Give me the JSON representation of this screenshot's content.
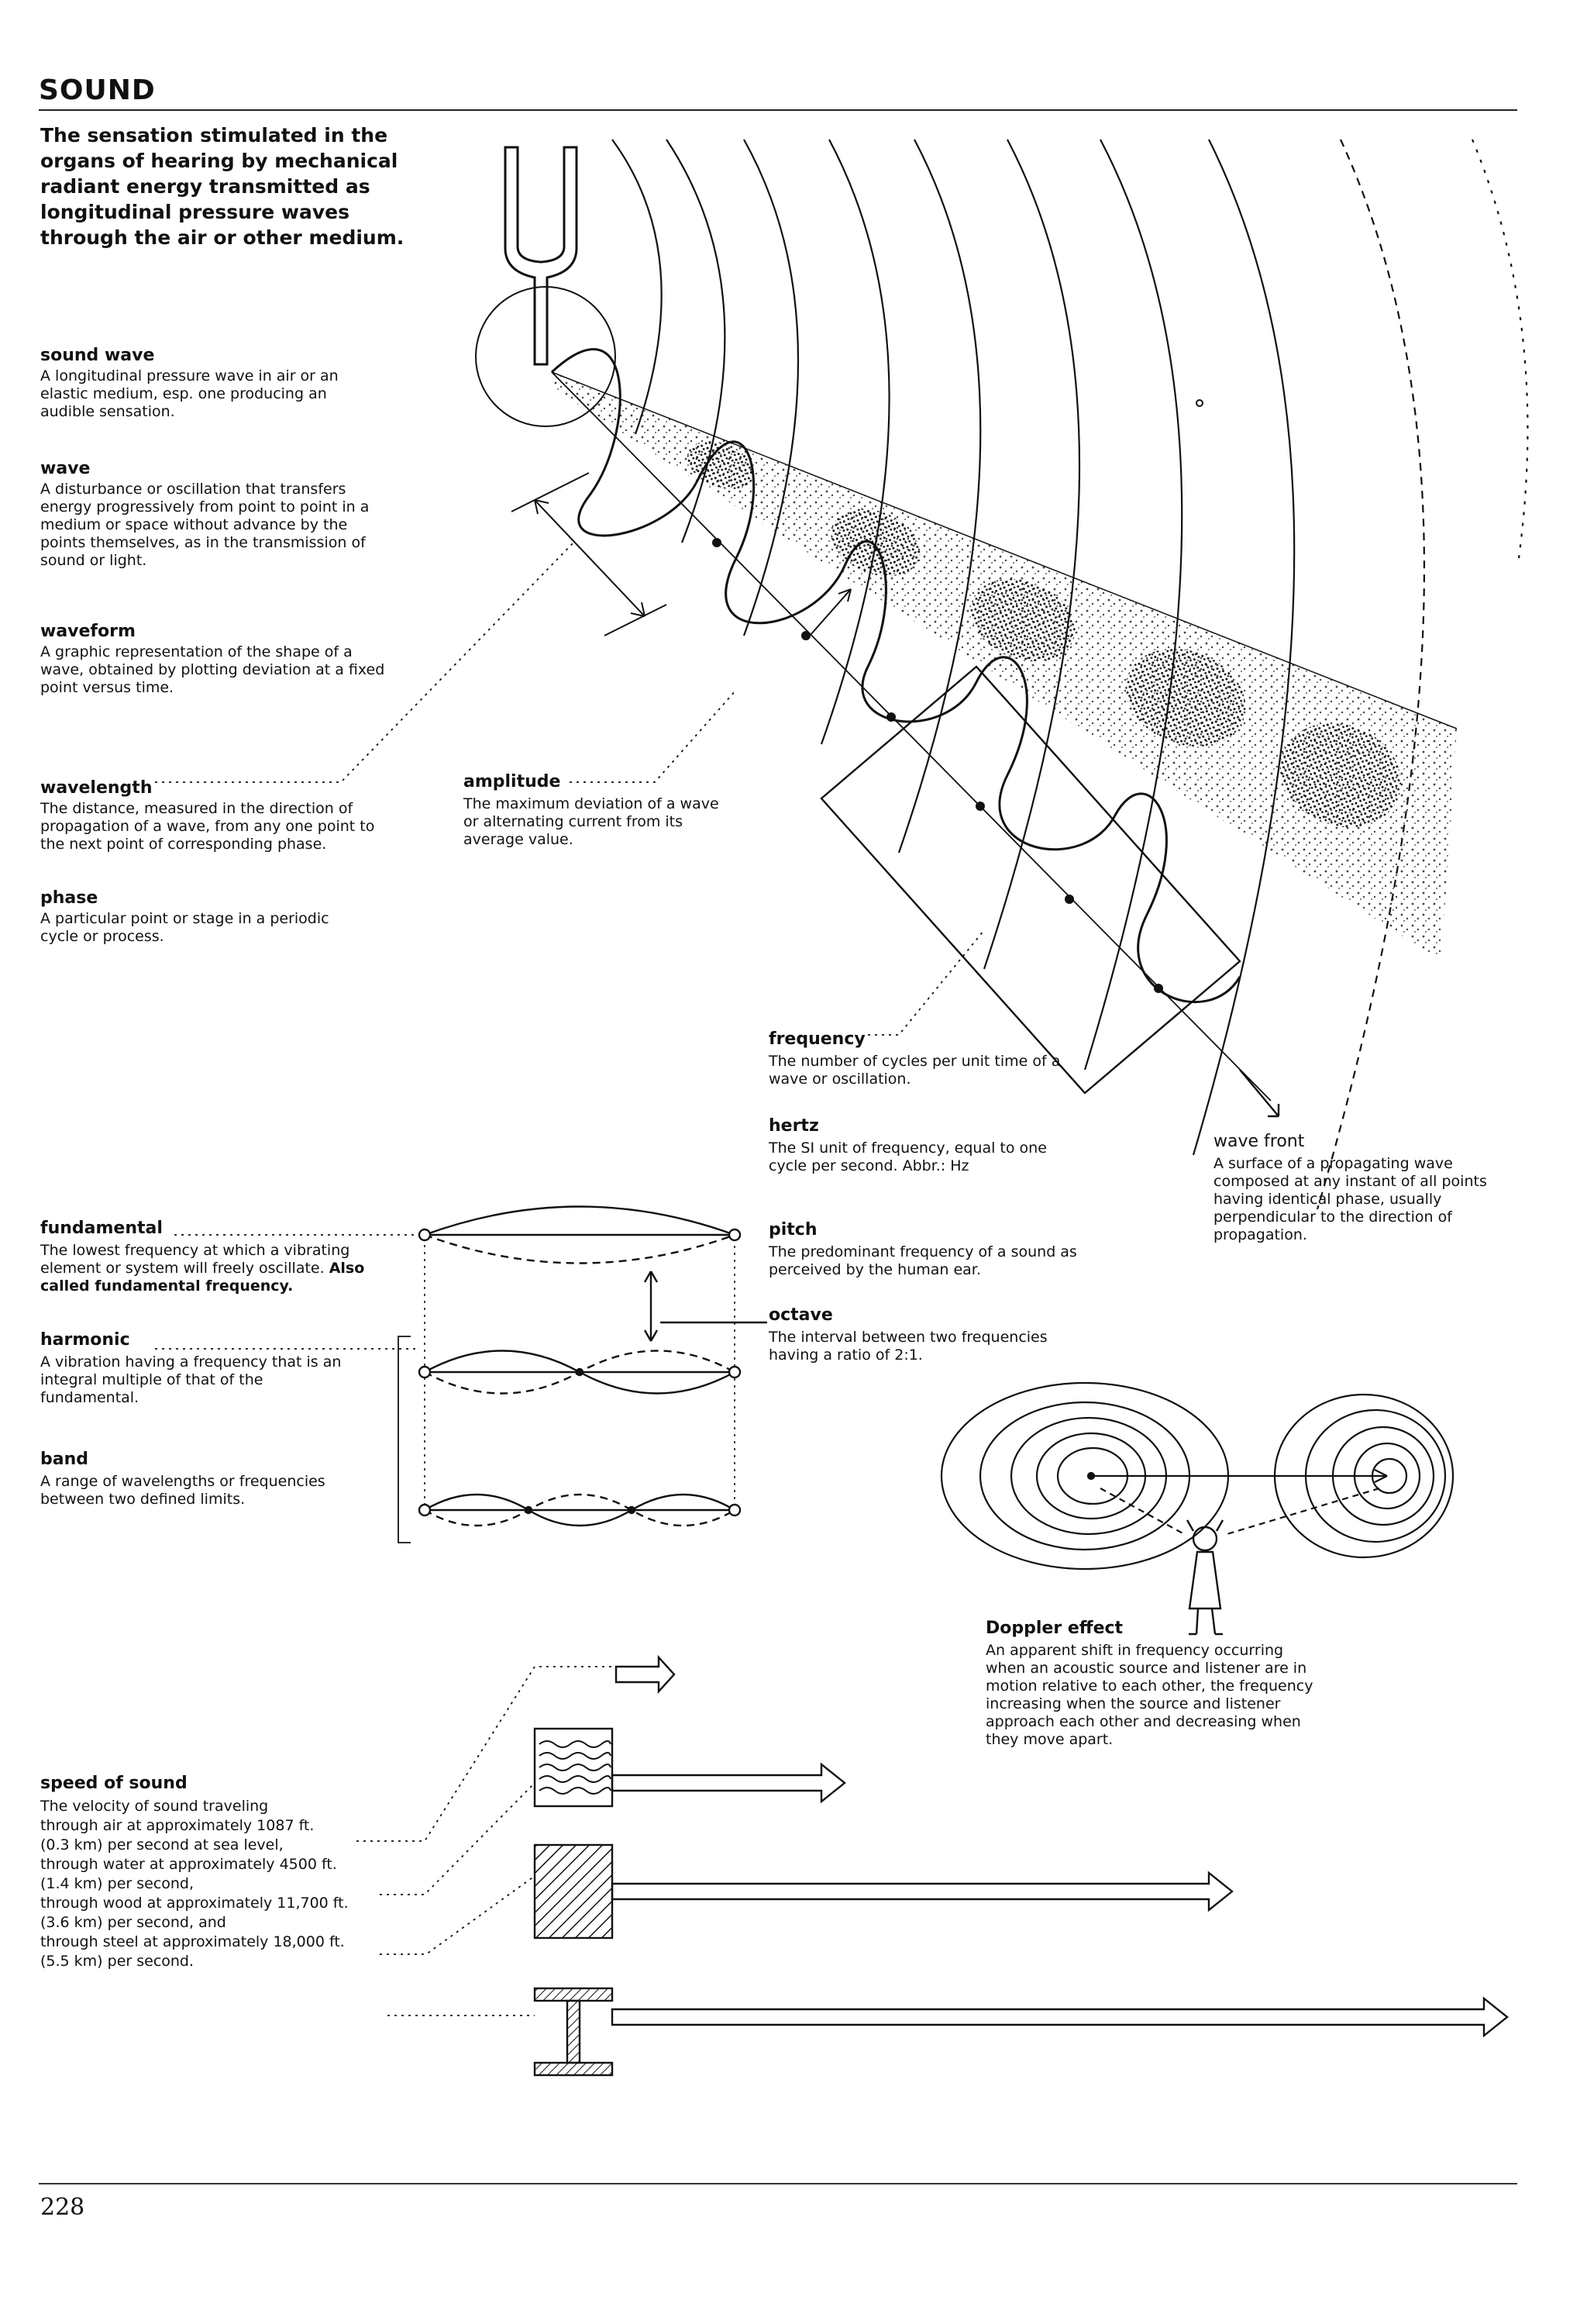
{
  "page": {
    "heading": "SOUND",
    "intro": "The sensation stimulated in the organs of hearing by mechanical radiant energy transmitted as longitudinal pressure waves through the air or other medium.",
    "page_number": "228"
  },
  "terms": {
    "sound_wave": {
      "term": "sound wave",
      "definition": "A longitudinal pressure wave in air or an elastic medium, esp. one producing an audible sensation."
    },
    "wave": {
      "term": "wave",
      "definition": "A disturbance or oscillation that transfers energy progressively from point to point in a medium or space without advance by the points themselves, as in the transmission of sound or light."
    },
    "waveform": {
      "term": "waveform",
      "definition": "A graphic representation of the shape of a wave, obtained by plotting deviation at a fixed point versus time."
    },
    "wavelength": {
      "term": "wavelength",
      "definition": "The distance, measured in the direction of propagation of a wave, from any one point to the next point of corresponding phase."
    },
    "phase": {
      "term": "phase",
      "definition": "A particular point or stage in a periodic cycle or process."
    },
    "amplitude": {
      "term": "amplitude",
      "definition": "The maximum deviation of a wave or alternating current from its average value."
    },
    "frequency": {
      "term": "frequency",
      "definition": "The number of cycles per unit time of a wave or oscillation."
    },
    "hertz": {
      "term": "hertz",
      "definition": "The SI unit of frequency, equal to one cycle per second. Abbr.: Hz"
    },
    "wave_front": {
      "term": "wave front",
      "definition": "A surface of a propagating wave composed at any instant of all points having identical phase, usually perpendicular to the direction of propagation."
    },
    "fundamental": {
      "term": "fundamental",
      "definition": "The lowest frequency at which a vibrating element or system will freely oscillate.",
      "also": "Also called fundamental frequency."
    },
    "harmonic": {
      "term": "harmonic",
      "definition": "A vibration having a frequency that is an integral multiple of that of the fundamental."
    },
    "band": {
      "term": "band",
      "definition": "A range of wavelengths or frequencies between two defined limits."
    },
    "pitch": {
      "term": "pitch",
      "definition": "The predominant frequency of a sound as perceived by the human ear."
    },
    "octave": {
      "term": "octave",
      "definition": "The interval between two frequencies having a ratio of 2:1."
    },
    "doppler": {
      "term": "Doppler effect",
      "definition": "An apparent shift in frequency occurring when an acoustic source and listener are in motion relative to each other, the frequency increasing when the source and listener approach each other and decreasing when they move apart."
    },
    "speed_of_sound": {
      "term": "speed of sound",
      "lines": [
        "The velocity of sound traveling",
        "through air at approximately 1087 ft.",
        "(0.3 km) per second at sea level,",
        "through water at approximately 4500 ft.",
        "(1.4 km) per second,",
        "through wood at approximately 11,700 ft.",
        "(3.6 km) per second, and",
        "through steel at approximately 18,000 ft.",
        "(5.5 km) per second."
      ]
    }
  }
}
